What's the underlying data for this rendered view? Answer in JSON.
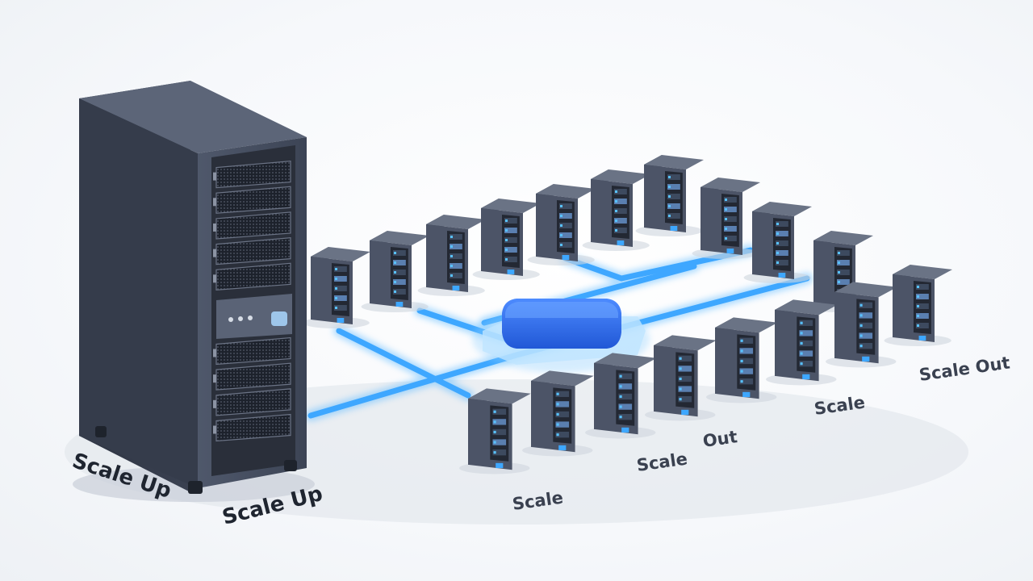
{
  "labels": {
    "scale_up_left": "Scale Up",
    "scale_up_right": "Scale Up",
    "scale_1": "Scale",
    "scale_2": "Scale",
    "out_1": "Out",
    "scale_3": "Scale",
    "scale_out": "Scale Out"
  },
  "colors": {
    "server_body": "#4a5366",
    "server_dark": "#2e3442",
    "link_blue": "#3ea7ff",
    "hub_blue": "#2f6ee8"
  },
  "icons": {
    "tower": "tower-server-icon",
    "node": "rack-server-icon",
    "hub": "network-switch-icon"
  }
}
